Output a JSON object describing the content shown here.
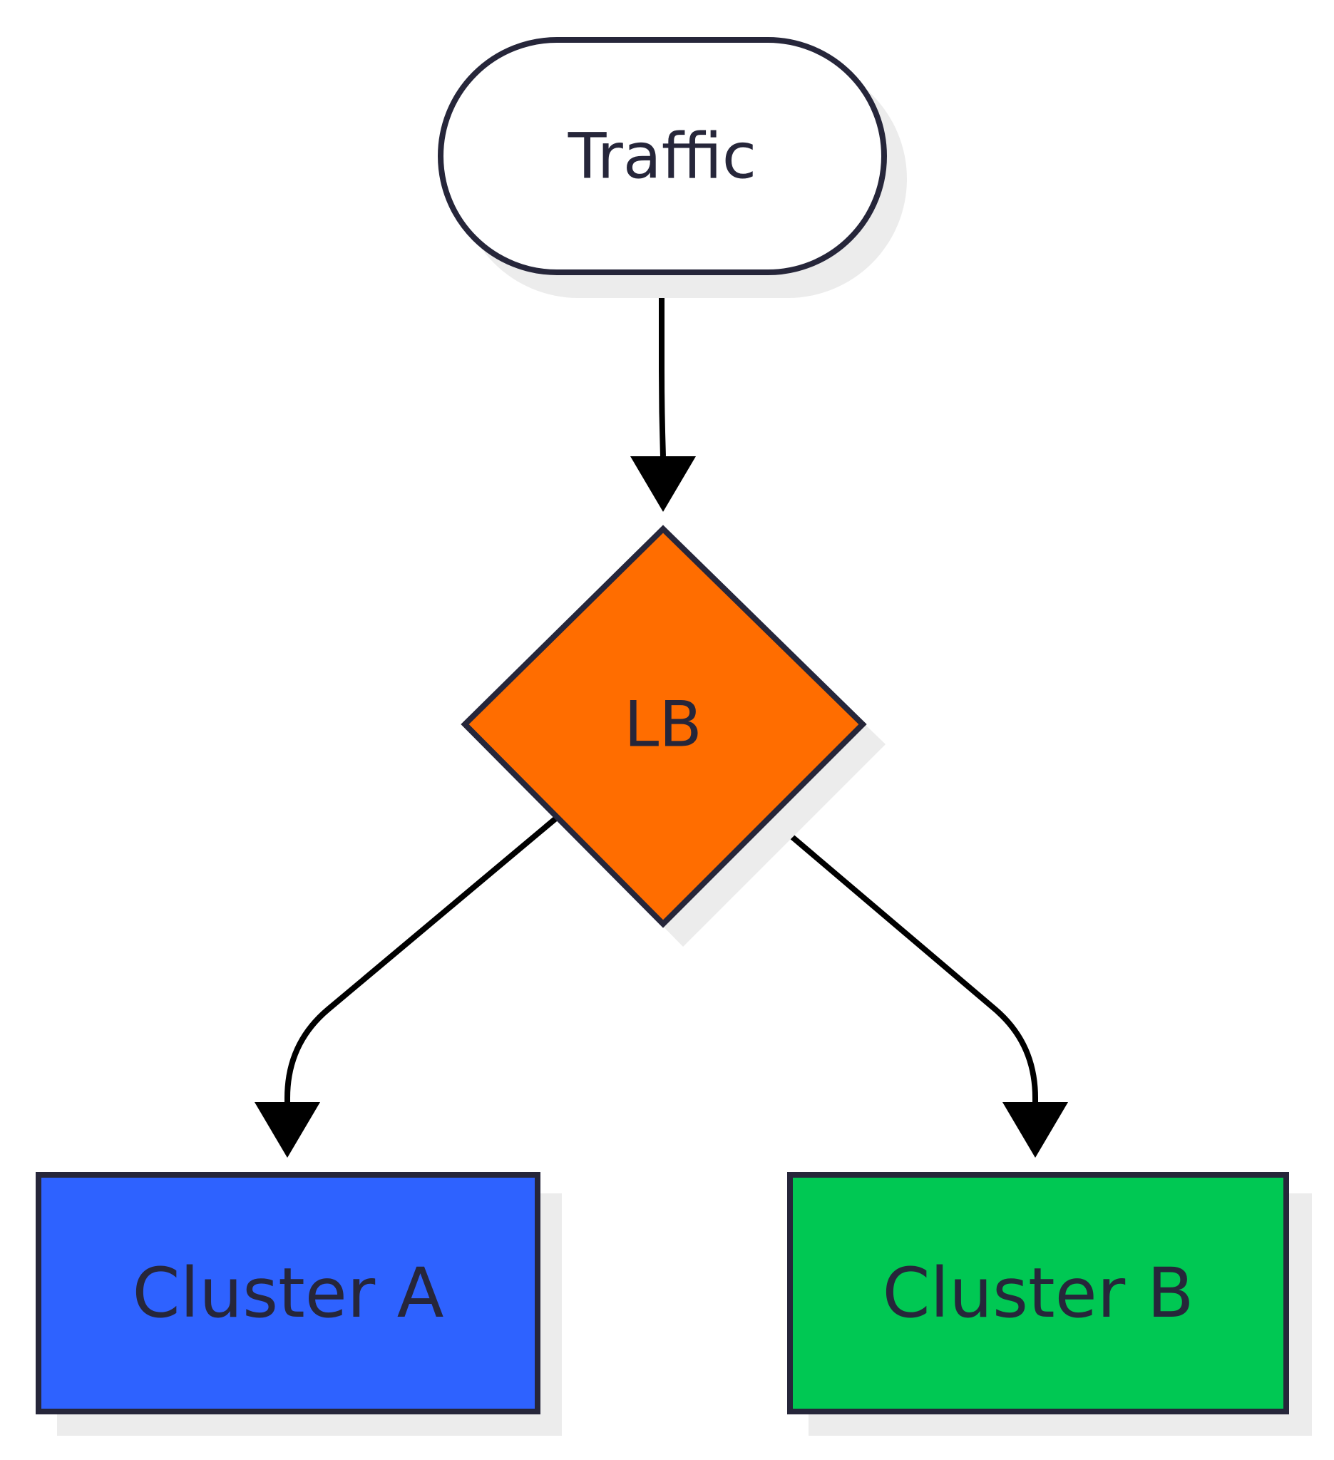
{
  "diagram": {
    "nodes": {
      "traffic": {
        "label": "Traffic",
        "shape": "stadium",
        "fill": "#ffffff"
      },
      "lb": {
        "label": "LB",
        "shape": "diamond",
        "fill": "#ff6d00"
      },
      "cluster_a": {
        "label": "Cluster A",
        "shape": "rectangle",
        "fill": "#2e62ff"
      },
      "cluster_b": {
        "label": "Cluster B",
        "shape": "rectangle",
        "fill": "#00c853"
      }
    },
    "edges": [
      {
        "from": "Traffic",
        "to": "LB"
      },
      {
        "from": "LB",
        "to": "Cluster A"
      },
      {
        "from": "LB",
        "to": "Cluster B"
      }
    ],
    "colors": {
      "outline": "#26263a",
      "edge": "#000000",
      "shadow": "#ececec",
      "background": "#ffffff"
    }
  }
}
